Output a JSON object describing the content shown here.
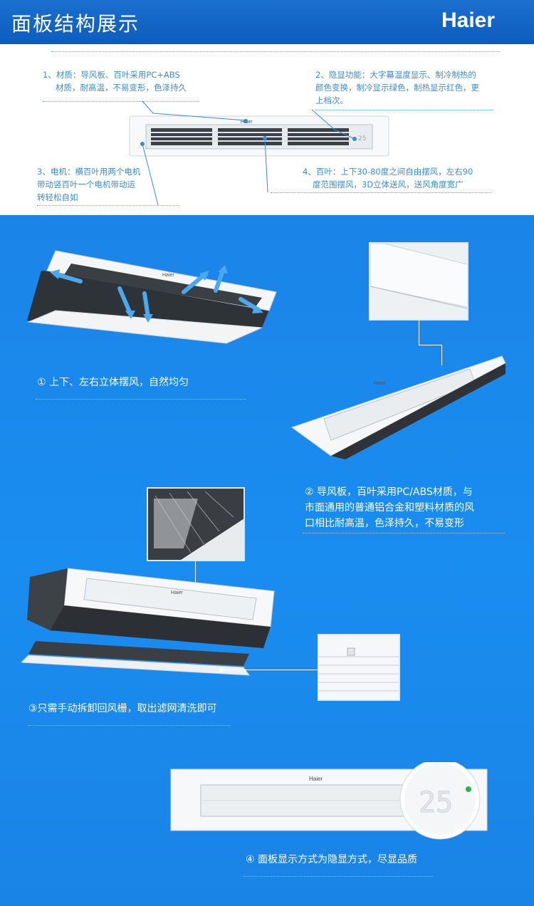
{
  "header": {
    "title": "面板结构展示",
    "brand": "Haier"
  },
  "diagram": {
    "callout1": [
      "1、材质：导风板、百叶采用PC+ABS",
      "材质，耐高温，不易变形，色泽持久"
    ],
    "callout2": [
      "2、隐显功能：大字幕温度显示、制冷制热的",
      "颜色变换，制冷显示绿色，制热显示红色，更",
      "上档次。"
    ],
    "callout3": [
      "3、电机：横百叶用两个电机",
      "带动竖百叶一个电机带动运",
      "转轻松自如"
    ],
    "callout4": [
      "4、百叶：上下30-80度之间自由摆风，左右90",
      "度范围摆风，3D立体送风，送风角度宽广"
    ],
    "unit_logo": "Haier",
    "display_digits": "25"
  },
  "features": {
    "f1": "① 上下、左右立体摆风，自然均匀",
    "f2": [
      "② 导风板，百叶采用PC/ABS材质，与",
      "市面通用的普通铝合金和塑料材质的风",
      "口相比耐高温，色泽持久，不易变形"
    ],
    "f3": "③只需手动拆卸回风栅，取出滤网清洗即可",
    "f4": "④ 面板显示方式为隐显方式，尽显品质",
    "panel_logo": "Haier",
    "display_temp": "25"
  }
}
